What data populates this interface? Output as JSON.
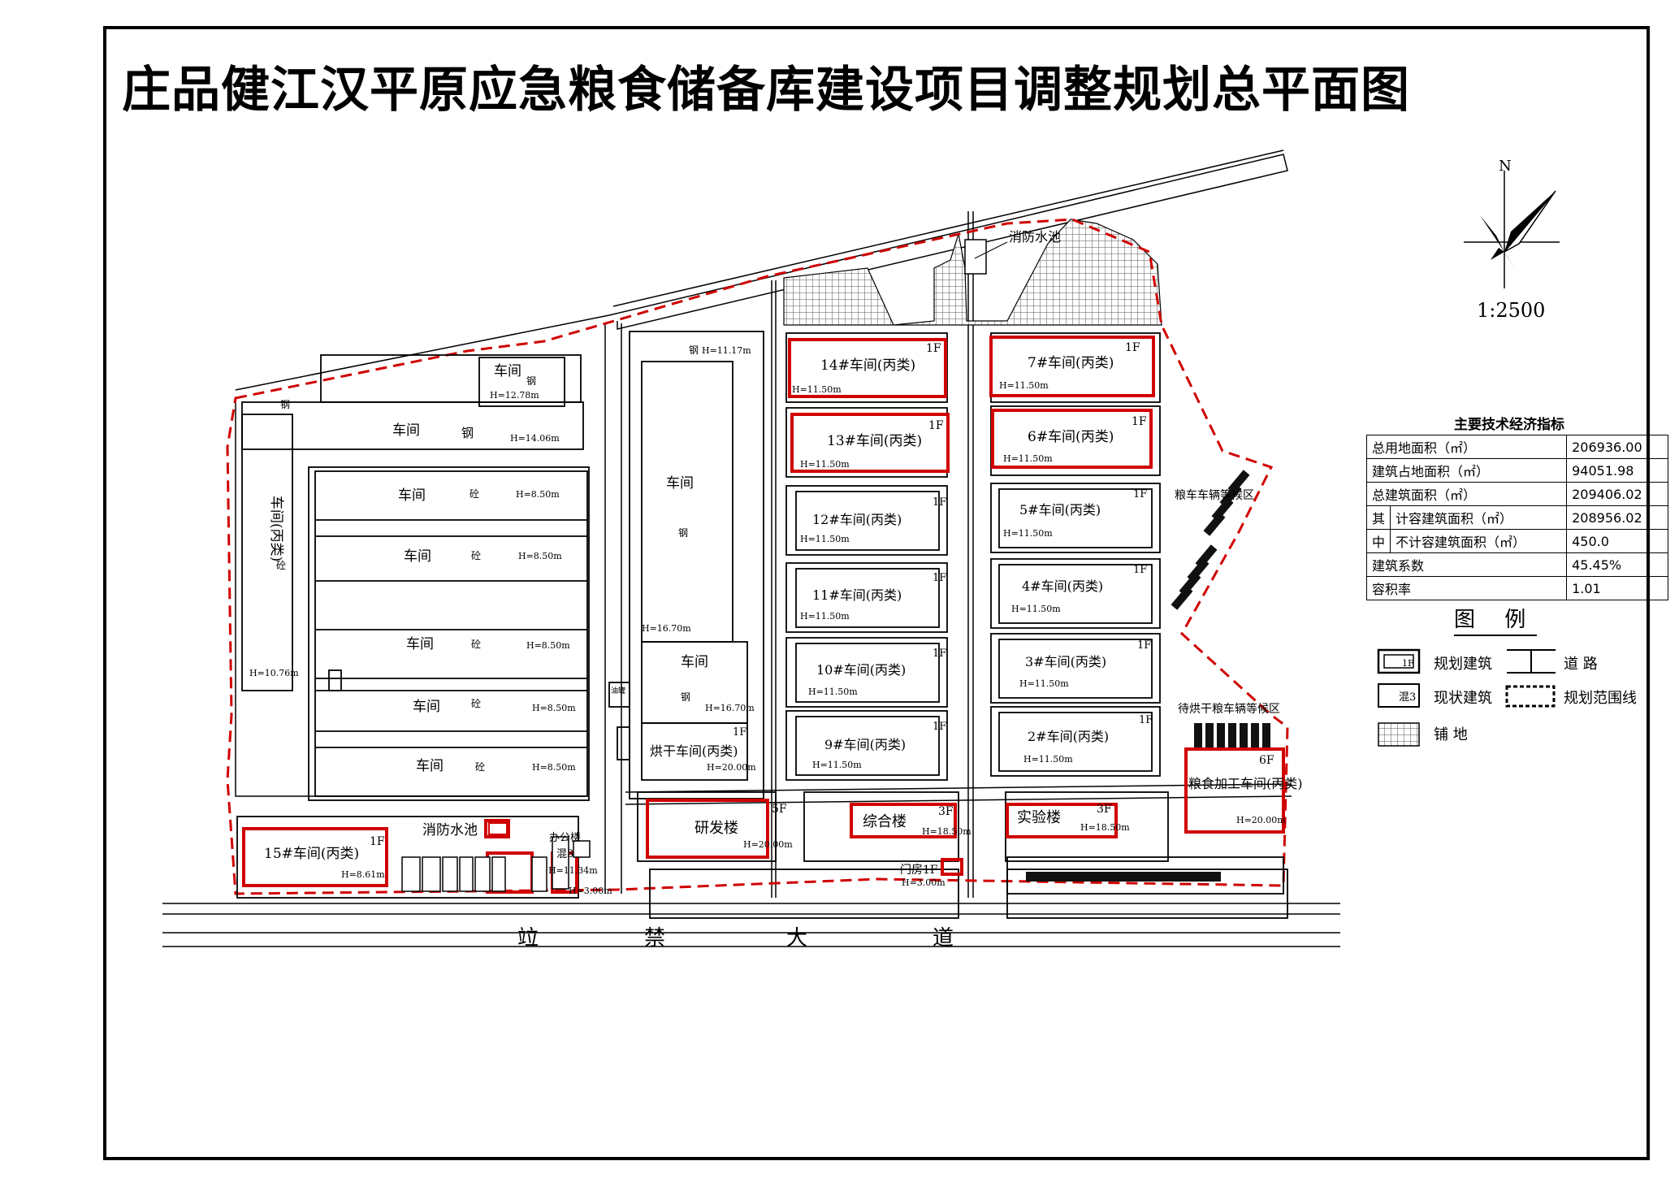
{
  "title": "庄品健江汉平原应急粮食储备库建设项目调整规划总平面图",
  "north_label": "N",
  "scale": "1:2500",
  "tech_table": {
    "heading": "主要技术经济指标",
    "rows": [
      {
        "label": "总用地面积（㎡）",
        "value": "206936.00"
      },
      {
        "label": "建筑占地面积（㎡）",
        "value": "94051.98"
      },
      {
        "label": "总建筑面积（㎡）",
        "value": "209406.02"
      },
      {
        "label": "计容建筑面积（㎡）",
        "value": "208956.02"
      },
      {
        "label": "不计容建筑面积（㎡）",
        "value": "450.0"
      },
      {
        "label": "建筑系数",
        "value": "45.45%"
      },
      {
        "label": "容积率",
        "value": "1.01"
      }
    ],
    "sub_label_top": "其",
    "sub_label_bottom": "中"
  },
  "legend": {
    "heading": "图 例",
    "items": [
      {
        "label": "规划建筑",
        "swatch": "1F"
      },
      {
        "label": "道 路"
      },
      {
        "label": "现状建筑",
        "swatch": "混3"
      },
      {
        "label": "规划范围线"
      },
      {
        "label": "铺 地"
      }
    ]
  },
  "road": {
    "chars": [
      "竝",
      "禁",
      "大",
      "道"
    ]
  },
  "planned_buildings": [
    {
      "name": "14#车间(丙类)",
      "floors": "1F",
      "height": "H=11.50m"
    },
    {
      "name": "13#车间(丙类)",
      "floors": "1F",
      "height": "H=11.50m"
    },
    {
      "name": "7#车间(丙类)",
      "floors": "1F",
      "height": "H=11.50m"
    },
    {
      "name": "6#车间(丙类)",
      "floors": "1F",
      "height": "H=11.50m"
    },
    {
      "name": "15#车间(丙类)",
      "floors": "1F",
      "height": "H=8.61m"
    },
    {
      "name": "研发楼",
      "floors": "5F",
      "height": "H=20.00m"
    },
    {
      "name": "综合楼",
      "floors": "3F",
      "height": "H=18.50m"
    },
    {
      "name": "实验楼",
      "floors": "3F",
      "height": "H=18.50m"
    },
    {
      "name": "粮食加工车间(丙类)",
      "floors": "6F",
      "height": "H=20.00m"
    },
    {
      "name": "门房1F",
      "floors": "",
      "height": "H=3.00m"
    }
  ],
  "existing_buildings": [
    {
      "name": "12#车间(丙类)",
      "floors": "1F",
      "height": "H=11.50m"
    },
    {
      "name": "11#车间(丙类)",
      "floors": "1F",
      "height": "H=11.50m"
    },
    {
      "name": "10#车间(丙类)",
      "floors": "1F",
      "height": "H=11.50m"
    },
    {
      "name": "9#车间(丙类)",
      "floors": "1F",
      "height": "H=11.50m"
    },
    {
      "name": "5#车间(丙类)",
      "floors": "1F",
      "height": "H=11.50m"
    },
    {
      "name": "4#车间(丙类)",
      "floors": "1F",
      "height": "H=11.50m"
    },
    {
      "name": "3#车间(丙类)",
      "floors": "1F",
      "height": "H=11.50m"
    },
    {
      "name": "2#车间(丙类)",
      "floors": "1F",
      "height": "H=11.50m"
    },
    {
      "name": "烘干车间(丙类)",
      "floors": "1F",
      "height": "H=20.00m"
    }
  ],
  "labels": {
    "fire_pool": "消防水池",
    "fire_pool_2": "消防水池",
    "grain_waiting": "粮车车辆等候区",
    "dry_waiting": "待烘干粮车辆等候区",
    "workshop": "车间",
    "steel": "钢",
    "concrete": "砼",
    "office": "办公楼",
    "mix3": "混3",
    "workshop_c": "车间(丙类)",
    "h1117": "H=11.17m",
    "h1278": "H=12.78m",
    "h1406": "H=14.06m",
    "h850": "H=8.50m",
    "h1076": "H=10.76m",
    "h1670": "H=16.70m",
    "h1134": "H=11.34m",
    "h300": "H=3.00m",
    "oil": "油罐"
  }
}
